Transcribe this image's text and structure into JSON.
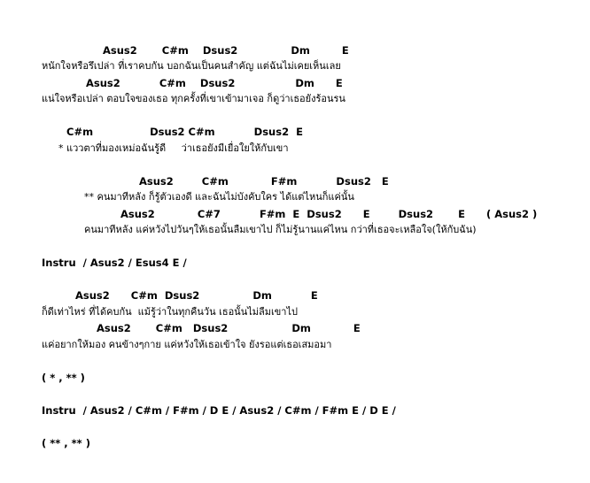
{
  "colors": {
    "text": "#000000",
    "background": "#ffffff"
  },
  "song": {
    "lines": [
      {
        "kind": "chord",
        "text": "Asus2       C#m    Dsus2               Dm         E"
      },
      {
        "kind": "lyric",
        "text": "หนักใจหรือรึเปล่า ที่เราคบกัน บอกฉันเป็นคนสำคัญ แต่ฉันไม่เคยเห็นเลย"
      },
      {
        "kind": "chord",
        "text": "Asus2           C#m    Dsus2                 Dm      E"
      },
      {
        "kind": "lyric",
        "text": "แน่ใจหรือเปล่า ตอบใจของเธอ ทุกครั้งที่เขาเข้ามาเจอ ก็ดูว่าเธอยังร้อนรน"
      },
      {
        "kind": "chord",
        "text": "C#m                Dsus2 C#m           Dsus2  E"
      },
      {
        "kind": "lyric",
        "text": "* แววตาที่มองเหม่อฉันรู้ดี     ว่าเธอยังมีเยื่อใยให้กับเขา"
      },
      {
        "kind": "chord",
        "text": "Asus2        C#m            F#m           Dsus2   E"
      },
      {
        "kind": "lyric",
        "text": "** คนมาทีหลัง ก็รู้ตัวเองดี และฉันไม่บังคับใคร ได้แต่ไหนก็แค่นั้น"
      },
      {
        "kind": "chord",
        "text": "Asus2            C#7           F#m  E  Dsus2      E        Dsus2       E      ( Asus2 )"
      },
      {
        "kind": "lyric",
        "text": "คนมาทีหลัง แค่หวังไปวันๆให้เธอนั้นลืมเขาไป ก็ไม่รู้นานแค่ไหน กว่าที่เธอจะเหลือใจ(ให้กับฉัน)"
      },
      {
        "kind": "section",
        "text": "Instru  / Asus2 / Esus4 E /"
      },
      {
        "kind": "chord",
        "text": "Asus2      C#m  Dsus2               Dm           E"
      },
      {
        "kind": "lyric",
        "text": "ก็ดีเท่าไหร่ ที่ได้คบกัน  แม้รู้ว่าในทุกคืนวัน เธอนั้นไม่ลืมเขาไป"
      },
      {
        "kind": "chord",
        "text": "Asus2       C#m   Dsus2                  Dm            E"
      },
      {
        "kind": "lyric",
        "text": "แค่อยากให้มอง คนข้างๆกาย แค่หวังให้เธอเข้าใจ ยังรอแต่เธอเสมอมา"
      },
      {
        "kind": "section",
        "text": "( * , ** )"
      },
      {
        "kind": "section",
        "text": "Instru  / Asus2 / C#m / F#m / D E / Asus2 / C#m / F#m E / D E /"
      },
      {
        "kind": "section",
        "text": "( ** , ** )"
      }
    ]
  }
}
